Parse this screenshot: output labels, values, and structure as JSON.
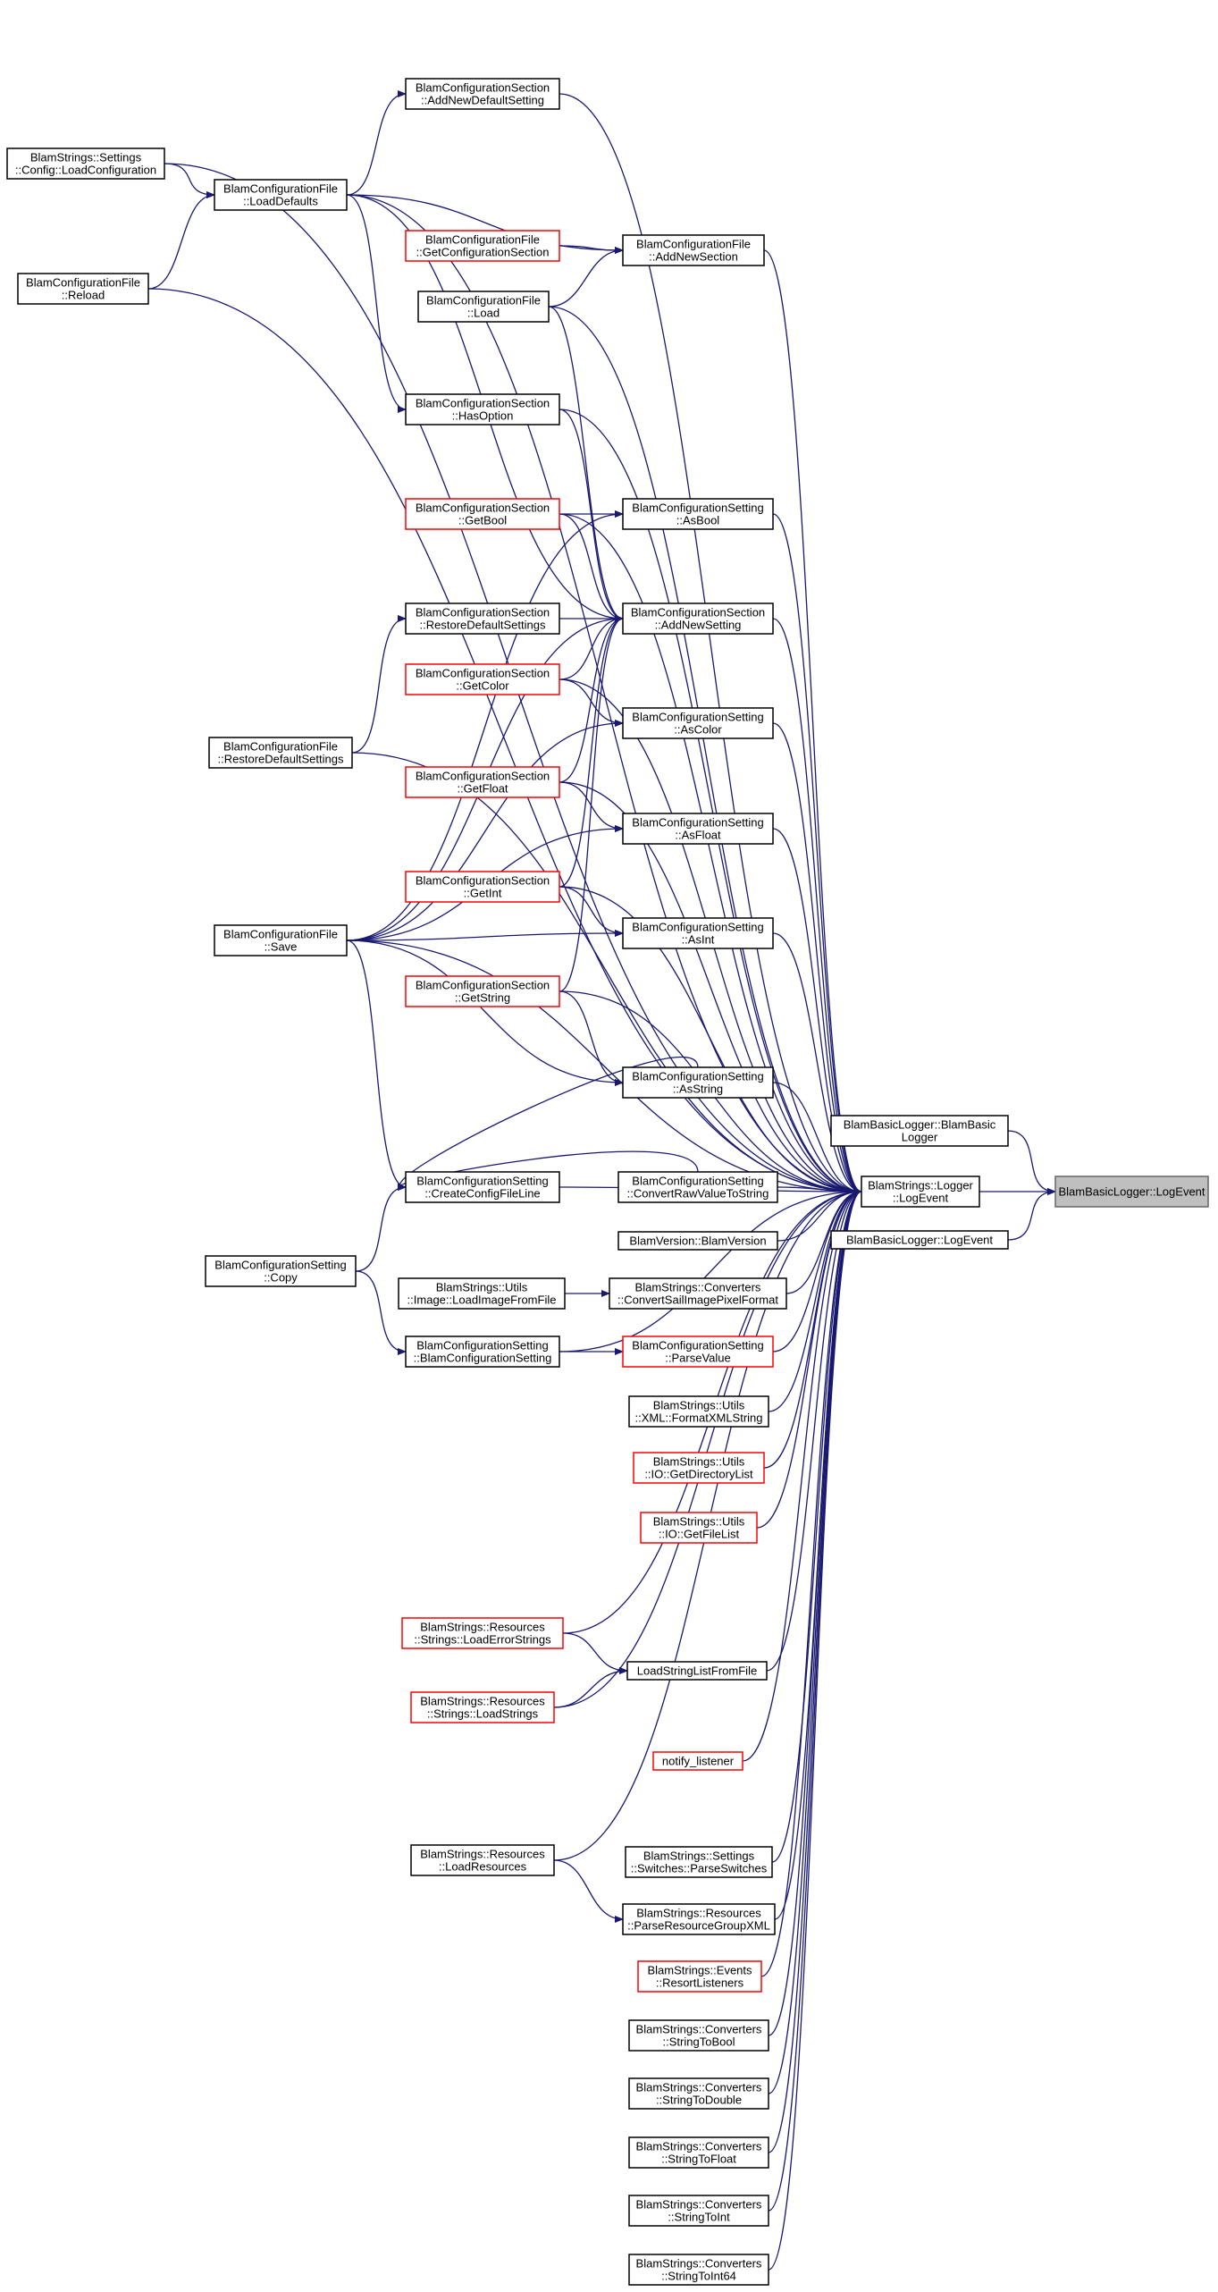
{
  "colors": {
    "edge": "#191970",
    "border_default": "#000000",
    "border_truncated": "#ff0000",
    "root_fill": "#bfbfbf"
  },
  "nodes": [
    {
      "id": "LogEvent_root",
      "lines": [
        "BlamBasicLogger::LogEvent"
      ],
      "root": true
    },
    {
      "id": "Logger_LogEvent",
      "lines": [
        "BlamStrings::Logger",
        "::LogEvent"
      ]
    },
    {
      "id": "BBL_ctor",
      "lines": [
        "BlamBasicLogger::BlamBasic",
        "Logger"
      ]
    },
    {
      "id": "BBL_LogEvent",
      "lines": [
        "BlamBasicLogger::LogEvent"
      ]
    },
    {
      "id": "CS_AddNewDefaultSetting",
      "lines": [
        "BlamConfigurationSection",
        "::AddNewDefaultSetting"
      ]
    },
    {
      "id": "LoadConfiguration",
      "lines": [
        "BlamStrings::Settings",
        "::Config::LoadConfiguration"
      ]
    },
    {
      "id": "CF_LoadDefaults",
      "lines": [
        "BlamConfigurationFile",
        "::LoadDefaults"
      ]
    },
    {
      "id": "CF_GetConfigurationSection",
      "lines": [
        "BlamConfigurationFile",
        "::GetConfigurationSection"
      ],
      "red": true
    },
    {
      "id": "CF_AddNewSection",
      "lines": [
        "BlamConfigurationFile",
        "::AddNewSection"
      ]
    },
    {
      "id": "CF_Reload",
      "lines": [
        "BlamConfigurationFile",
        "::Reload"
      ]
    },
    {
      "id": "CF_Load",
      "lines": [
        "BlamConfigurationFile",
        "::Load"
      ]
    },
    {
      "id": "CS_HasOption",
      "lines": [
        "BlamConfigurationSection",
        "::HasOption"
      ]
    },
    {
      "id": "CS_GetBool",
      "lines": [
        "BlamConfigurationSection",
        "::GetBool"
      ],
      "red": true
    },
    {
      "id": "ST_AsBool",
      "lines": [
        "BlamConfigurationSetting",
        "::AsBool"
      ]
    },
    {
      "id": "CS_RestoreDefaultSettings",
      "lines": [
        "BlamConfigurationSection",
        "::RestoreDefaultSettings"
      ]
    },
    {
      "id": "CS_AddNewSetting",
      "lines": [
        "BlamConfigurationSection",
        "::AddNewSetting"
      ]
    },
    {
      "id": "CS_GetColor",
      "lines": [
        "BlamConfigurationSection",
        "::GetColor"
      ],
      "red": true
    },
    {
      "id": "ST_AsColor",
      "lines": [
        "BlamConfigurationSetting",
        "::AsColor"
      ]
    },
    {
      "id": "CF_RestoreDefaultSettings",
      "lines": [
        "BlamConfigurationFile",
        "::RestoreDefaultSettings"
      ]
    },
    {
      "id": "CS_GetFloat",
      "lines": [
        "BlamConfigurationSection",
        "::GetFloat"
      ],
      "red": true
    },
    {
      "id": "ST_AsFloat",
      "lines": [
        "BlamConfigurationSetting",
        "::AsFloat"
      ]
    },
    {
      "id": "CS_GetInt",
      "lines": [
        "BlamConfigurationSection",
        "::GetInt"
      ],
      "red": true
    },
    {
      "id": "ST_AsInt",
      "lines": [
        "BlamConfigurationSetting",
        "::AsInt"
      ]
    },
    {
      "id": "CF_Save",
      "lines": [
        "BlamConfigurationFile",
        "::Save"
      ]
    },
    {
      "id": "CS_GetString",
      "lines": [
        "BlamConfigurationSection",
        "::GetString"
      ],
      "red": true
    },
    {
      "id": "ST_AsString",
      "lines": [
        "BlamConfigurationSetting",
        "::AsString"
      ]
    },
    {
      "id": "ST_CreateConfigFileLine",
      "lines": [
        "BlamConfigurationSetting",
        "::CreateConfigFileLine"
      ]
    },
    {
      "id": "ST_ConvertRawValueToString",
      "lines": [
        "BlamConfigurationSetting",
        "::ConvertRawValueToString"
      ]
    },
    {
      "id": "BlamVersion",
      "lines": [
        "BlamVersion::BlamVersion"
      ]
    },
    {
      "id": "ST_Copy",
      "lines": [
        "BlamConfigurationSetting",
        "::Copy"
      ]
    },
    {
      "id": "LoadImageFromFile",
      "lines": [
        "BlamStrings::Utils",
        "::Image::LoadImageFromFile"
      ]
    },
    {
      "id": "ConvertSailImagePixelFormat",
      "lines": [
        "BlamStrings::Converters",
        "::ConvertSailImagePixelFormat"
      ]
    },
    {
      "id": "ST_ctor",
      "lines": [
        "BlamConfigurationSetting",
        "::BlamConfigurationSetting"
      ]
    },
    {
      "id": "ST_ParseValue",
      "lines": [
        "BlamConfigurationSetting",
        "::ParseValue"
      ],
      "red": true
    },
    {
      "id": "FormatXMLString",
      "lines": [
        "BlamStrings::Utils",
        "::XML::FormatXMLString"
      ]
    },
    {
      "id": "GetDirectoryList",
      "lines": [
        "BlamStrings::Utils",
        "::IO::GetDirectoryList"
      ],
      "red": true
    },
    {
      "id": "GetFileList",
      "lines": [
        "BlamStrings::Utils",
        "::IO::GetFileList"
      ],
      "red": true
    },
    {
      "id": "LoadErrorStrings",
      "lines": [
        "BlamStrings::Resources",
        "::Strings::LoadErrorStrings"
      ],
      "red": true
    },
    {
      "id": "LoadStringListFromFile",
      "lines": [
        "LoadStringListFromFile"
      ]
    },
    {
      "id": "LoadStrings",
      "lines": [
        "BlamStrings::Resources",
        "::Strings::LoadStrings"
      ],
      "red": true
    },
    {
      "id": "notify_listener",
      "lines": [
        "notify_listener"
      ],
      "red": true
    },
    {
      "id": "LoadResources",
      "lines": [
        "BlamStrings::Resources",
        "::LoadResources"
      ]
    },
    {
      "id": "ParseSwitches",
      "lines": [
        "BlamStrings::Settings",
        "::Switches::ParseSwitches"
      ]
    },
    {
      "id": "ParseResourceGroupXML",
      "lines": [
        "BlamStrings::Resources",
        "::ParseResourceGroupXML"
      ]
    },
    {
      "id": "ResortListeners",
      "lines": [
        "BlamStrings::Events",
        "::ResortListeners"
      ],
      "red": true
    },
    {
      "id": "StringToBool",
      "lines": [
        "BlamStrings::Converters",
        "::StringToBool"
      ]
    },
    {
      "id": "StringToDouble",
      "lines": [
        "BlamStrings::Converters",
        "::StringToDouble"
      ]
    },
    {
      "id": "StringToFloat",
      "lines": [
        "BlamStrings::Converters",
        "::StringToFloat"
      ]
    },
    {
      "id": "StringToInt",
      "lines": [
        "BlamStrings::Converters",
        "::StringToInt"
      ]
    },
    {
      "id": "StringToInt64",
      "lines": [
        "BlamStrings::Converters",
        "::StringToInt64"
      ]
    }
  ],
  "edges": [
    [
      "Logger_LogEvent",
      "LogEvent_root"
    ],
    [
      "BBL_ctor",
      "LogEvent_root"
    ],
    [
      "BBL_LogEvent",
      "LogEvent_root"
    ],
    [
      "CS_AddNewDefaultSetting",
      "Logger_LogEvent"
    ],
    [
      "LoadConfiguration",
      "Logger_LogEvent"
    ],
    [
      "CF_LoadDefaults",
      "Logger_LogEvent"
    ],
    [
      "CF_AddNewSection",
      "Logger_LogEvent"
    ],
    [
      "CF_Load",
      "Logger_LogEvent"
    ],
    [
      "CF_Reload",
      "Logger_LogEvent"
    ],
    [
      "CS_HasOption",
      "Logger_LogEvent"
    ],
    [
      "ST_AsBool",
      "Logger_LogEvent"
    ],
    [
      "CS_GetBool",
      "Logger_LogEvent"
    ],
    [
      "CS_AddNewSetting",
      "Logger_LogEvent"
    ],
    [
      "CS_GetColor",
      "Logger_LogEvent"
    ],
    [
      "ST_AsColor",
      "Logger_LogEvent"
    ],
    [
      "CS_GetFloat",
      "Logger_LogEvent"
    ],
    [
      "ST_AsFloat",
      "Logger_LogEvent"
    ],
    [
      "CS_GetInt",
      "Logger_LogEvent"
    ],
    [
      "ST_AsInt",
      "Logger_LogEvent"
    ],
    [
      "CS_GetString",
      "Logger_LogEvent"
    ],
    [
      "CF_RestoreDefaultSettings",
      "Logger_LogEvent"
    ],
    [
      "ST_AsString",
      "Logger_LogEvent"
    ],
    [
      "CF_Save",
      "Logger_LogEvent"
    ],
    [
      "ST_CreateConfigFileLine",
      "Logger_LogEvent"
    ],
    [
      "ST_ConvertRawValueToString",
      "Logger_LogEvent"
    ],
    [
      "BlamVersion",
      "Logger_LogEvent"
    ],
    [
      "ConvertSailImagePixelFormat",
      "Logger_LogEvent"
    ],
    [
      "ST_ParseValue",
      "Logger_LogEvent"
    ],
    [
      "ST_ctor",
      "Logger_LogEvent"
    ],
    [
      "FormatXMLString",
      "Logger_LogEvent"
    ],
    [
      "GetDirectoryList",
      "Logger_LogEvent"
    ],
    [
      "GetFileList",
      "Logger_LogEvent"
    ],
    [
      "LoadErrorStrings",
      "Logger_LogEvent"
    ],
    [
      "LoadStringListFromFile",
      "Logger_LogEvent"
    ],
    [
      "LoadStrings",
      "Logger_LogEvent"
    ],
    [
      "notify_listener",
      "Logger_LogEvent"
    ],
    [
      "LoadResources",
      "Logger_LogEvent"
    ],
    [
      "ParseSwitches",
      "Logger_LogEvent"
    ],
    [
      "ParseResourceGroupXML",
      "Logger_LogEvent"
    ],
    [
      "ResortListeners",
      "Logger_LogEvent"
    ],
    [
      "StringToBool",
      "Logger_LogEvent"
    ],
    [
      "StringToDouble",
      "Logger_LogEvent"
    ],
    [
      "StringToFloat",
      "Logger_LogEvent"
    ],
    [
      "StringToInt",
      "Logger_LogEvent"
    ],
    [
      "StringToInt64",
      "Logger_LogEvent"
    ],
    [
      "CF_LoadDefaults",
      "CS_AddNewDefaultSetting"
    ],
    [
      "LoadConfiguration",
      "CF_LoadDefaults"
    ],
    [
      "CF_Reload",
      "CF_LoadDefaults"
    ],
    [
      "CF_LoadDefaults",
      "CF_AddNewSection"
    ],
    [
      "CF_GetConfigurationSection",
      "CF_AddNewSection"
    ],
    [
      "CF_Load",
      "CF_AddNewSection"
    ],
    [
      "CF_LoadDefaults",
      "CS_HasOption"
    ],
    [
      "CF_LoadDefaults",
      "CS_AddNewSetting"
    ],
    [
      "CF_Load",
      "CS_AddNewSetting"
    ],
    [
      "CS_HasOption",
      "CS_AddNewSetting"
    ],
    [
      "CS_GetBool",
      "ST_AsBool"
    ],
    [
      "CF_Save",
      "ST_AsBool"
    ],
    [
      "CS_GetBool",
      "CS_AddNewSetting"
    ],
    [
      "CS_RestoreDefaultSettings",
      "CS_AddNewSetting"
    ],
    [
      "CS_GetColor",
      "CS_AddNewSetting"
    ],
    [
      "CS_GetFloat",
      "CS_AddNewSetting"
    ],
    [
      "CS_GetInt",
      "CS_AddNewSetting"
    ],
    [
      "CS_GetString",
      "CS_AddNewSetting"
    ],
    [
      "CF_Save",
      "CS_AddNewSetting"
    ],
    [
      "CF_RestoreDefaultSettings",
      "CS_RestoreDefaultSettings"
    ],
    [
      "CS_GetColor",
      "ST_AsColor"
    ],
    [
      "CF_Save",
      "ST_AsColor"
    ],
    [
      "CS_GetFloat",
      "ST_AsFloat"
    ],
    [
      "CF_Save",
      "ST_AsFloat"
    ],
    [
      "CS_GetInt",
      "ST_AsInt"
    ],
    [
      "CF_Save",
      "ST_AsInt"
    ],
    [
      "CS_GetString",
      "ST_AsString"
    ],
    [
      "CF_Save",
      "ST_AsString"
    ],
    [
      "CF_Save",
      "ST_CreateConfigFileLine"
    ],
    [
      "ST_Copy",
      "ST_CreateConfigFileLine"
    ],
    [
      "ST_ConvertRawValueToString",
      "ST_CreateConfigFileLine"
    ],
    [
      "ST_AsString",
      "ST_CreateConfigFileLine"
    ],
    [
      "LoadImageFromFile",
      "ConvertSailImagePixelFormat"
    ],
    [
      "ST_Copy",
      "ST_ctor"
    ],
    [
      "ST_ctor",
      "ST_ParseValue"
    ],
    [
      "LoadErrorStrings",
      "LoadStringListFromFile"
    ],
    [
      "LoadStrings",
      "LoadStringListFromFile"
    ],
    [
      "LoadResources",
      "ParseResourceGroupXML"
    ]
  ]
}
